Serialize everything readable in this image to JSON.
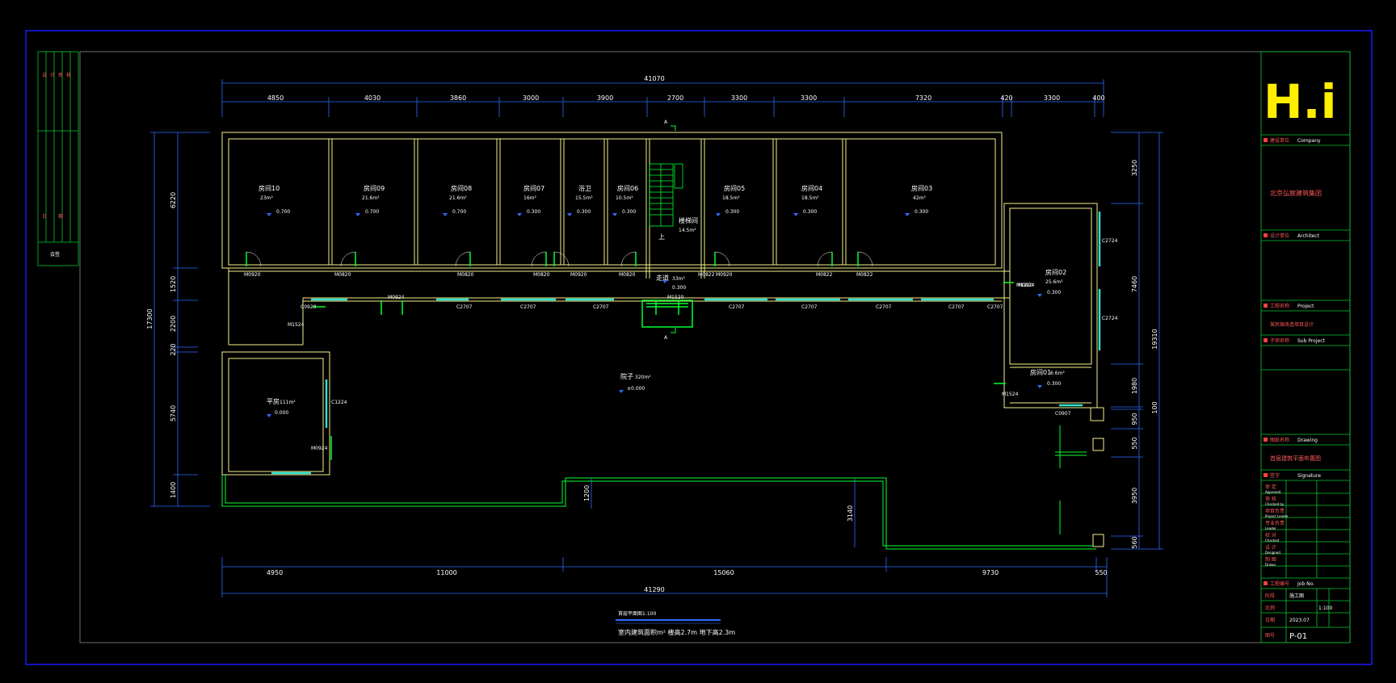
{
  "drawing": {
    "title": "首层平面图",
    "scale": "1:100",
    "note": "室内建筑面积m²  楼高2.7m  地下高2.3m",
    "logo": "H.i"
  },
  "dims_top": {
    "total": "41070",
    "segments": [
      "4850",
      "4030",
      "3860",
      "3000",
      "3900",
      "2700",
      "3300",
      "3300",
      "7320",
      "420",
      "3300",
      "400"
    ]
  },
  "dims_bottom": {
    "total": "41290",
    "segments": [
      "4950",
      "11000",
      "15060",
      "9730",
      "550"
    ]
  },
  "dims_left": {
    "total": "17300",
    "segments": [
      "6220",
      "1520",
      "2200",
      "220",
      "5740",
      "1400"
    ]
  },
  "dims_right": {
    "total": "19310",
    "segments": [
      "3250",
      "7460",
      "1980",
      "100",
      "950",
      "550",
      "3950",
      "560"
    ]
  },
  "dims_inner": {
    "d1": "1200",
    "d2": "3140"
  },
  "rooms": [
    {
      "label": "房间10",
      "area": "23m²",
      "level": "0.700"
    },
    {
      "label": "房间09",
      "area": "21.6m²",
      "level": "0.700"
    },
    {
      "label": "房间08",
      "area": "21.6m²",
      "level": "0.700"
    },
    {
      "label": "房间07",
      "area": "16m²",
      "level": "0.300"
    },
    {
      "label": "浴卫",
      "area": "15.5m²",
      "level": "0.300"
    },
    {
      "label": "房间06",
      "area": "10.5m²",
      "level": "0.300"
    },
    {
      "label": "楼梯间",
      "area": "14.5m²",
      "level": ""
    },
    {
      "label": "房间05",
      "area": "18.5m²",
      "level": "0.300"
    },
    {
      "label": "房间04",
      "area": "18.5m²",
      "level": "0.300"
    },
    {
      "label": "房间03",
      "area": "42m²",
      "level": "0.300"
    },
    {
      "label": "房间02",
      "area": "25.6m²",
      "level": "0.300"
    },
    {
      "label": "房间01",
      "area": "6.6m²",
      "level": "0.300"
    },
    {
      "label": "走道",
      "area": "33m²",
      "level": "0.300"
    },
    {
      "label": "院子",
      "area": "320m²",
      "level": "±0.000"
    },
    {
      "label": "平房",
      "area": "111m²",
      "level": "0.000"
    }
  ],
  "tags": {
    "doors": [
      "M0920",
      "M0820",
      "M0820",
      "M0820",
      "M0920",
      "M0820",
      "M0920",
      "M0822",
      "M0822",
      "M0822",
      "M1220",
      "M1520",
      "M0924",
      "M1524",
      "M1524",
      "M0924",
      "M0824"
    ],
    "windows": [
      "C0920",
      "C2707",
      "C2707",
      "C2707",
      "C2707",
      "C2707",
      "C2707",
      "C2707",
      "C2707",
      "C2724",
      "C2724",
      "C1224",
      "C0907"
    ],
    "section": "A",
    "stair": "上"
  },
  "titleblock": {
    "company_label": "建设单位",
    "company_en": "Company",
    "company_name": "北京弘宸建筑集团",
    "architect_label": "设计单位",
    "architect_en": "Architect",
    "project_label": "工程名称",
    "project_en": "Project",
    "project_name": "某民宿改造项目设计",
    "subproject_label": "子项名称",
    "subproject_en": "Sub Project",
    "drawing_label": "图纸名称",
    "drawing_en": "Drawing",
    "drawing_name": "首层建筑平面布置图",
    "signature_label": "签字",
    "signature_en": "Signature",
    "rows": [
      "审 定",
      "审 核",
      "项目负责",
      "专业负责",
      "校 对",
      "设 计",
      "制 图"
    ],
    "rows_en": [
      "Approved",
      "Checked by",
      "Project Leader",
      "Leader",
      "Checked",
      "Designed",
      "Drawn"
    ],
    "job_label": "工程编号",
    "job_en": "Job No.",
    "date_label": "日期",
    "date_value": "2023.07",
    "scale_label": "比例",
    "scale_value": "1:100",
    "drawing_no_label": "图号",
    "drawing_no_value": "P-01",
    "phase_label": "阶段",
    "phase_value": "施工图"
  },
  "left_strip": {
    "cells": [
      "设",
      "计",
      "审",
      "核",
      "日",
      "期"
    ],
    "note": "会签"
  },
  "colors": {
    "frame": "#1a1aff",
    "wall": "#f4f08a",
    "door": "#00ff30",
    "window": "#30e0d0",
    "dim": "#2e6cff",
    "titleblock": "#00c830",
    "logo": "#ffee00",
    "red_text": "#ff4040"
  }
}
